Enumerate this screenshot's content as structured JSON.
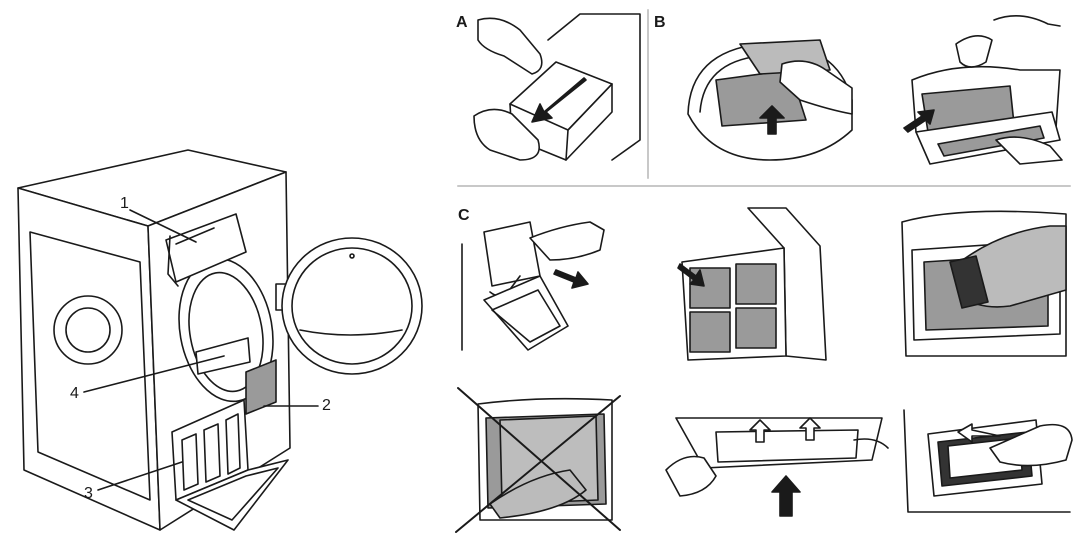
{
  "panels": {
    "a": {
      "label": "A"
    },
    "b": {
      "label": "B"
    },
    "c": {
      "label": "C"
    }
  },
  "callouts": [
    "1",
    "2",
    "3",
    "4"
  ],
  "colors": {
    "ink": "#1a1a1a",
    "gray_fill": "#9a9a9a",
    "divider": "#c8c8c8"
  }
}
